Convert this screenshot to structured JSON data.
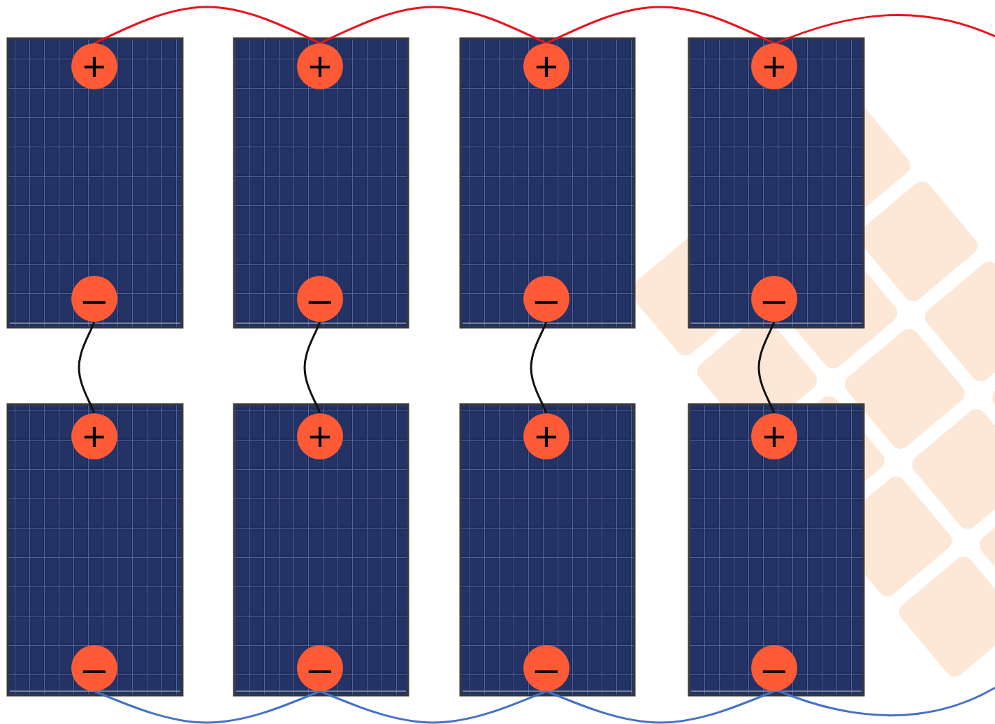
{
  "diagram": {
    "nodes": [
      {
        "text": [
          "+"
        ]
      },
      {
        "text": [
          "+"
        ]
      },
      {
        "text": [
          "+"
        ]
      },
      {
        "text": [
          "+"
        ]
      },
      {
        "text": [
          "–"
        ]
      },
      {
        "text": [
          "–"
        ]
      },
      {
        "text": [
          "–"
        ]
      },
      {
        "text": [
          "–"
        ]
      },
      {
        "text": [
          "+"
        ]
      },
      {
        "text": [
          "+"
        ]
      },
      {
        "text": [
          "+"
        ]
      },
      {
        "text": [
          "+"
        ]
      },
      {
        "text": [
          "–"
        ]
      },
      {
        "text": [
          "–"
        ]
      },
      {
        "text": [
          "–"
        ]
      },
      {
        "text": [
          "–"
        ]
      }
    ],
    "edges": [
      {
        "from": 0,
        "to": 1,
        "arrow": "none"
      },
      {
        "from": 1,
        "to": 2,
        "arrow": "none"
      },
      {
        "from": 2,
        "to": 3,
        "arrow": "none"
      },
      {
        "from": 4,
        "to": 8,
        "arrow": "none"
      },
      {
        "from": 5,
        "to": 9,
        "arrow": "none"
      },
      {
        "from": 6,
        "to": 10,
        "arrow": "none"
      },
      {
        "from": 7,
        "to": 11,
        "arrow": "none"
      },
      {
        "from": 12,
        "to": 13,
        "arrow": "none"
      },
      {
        "from": 13,
        "to": 14,
        "arrow": "none"
      },
      {
        "from": 14,
        "to": 15,
        "arrow": "none"
      }
    ]
  }
}
